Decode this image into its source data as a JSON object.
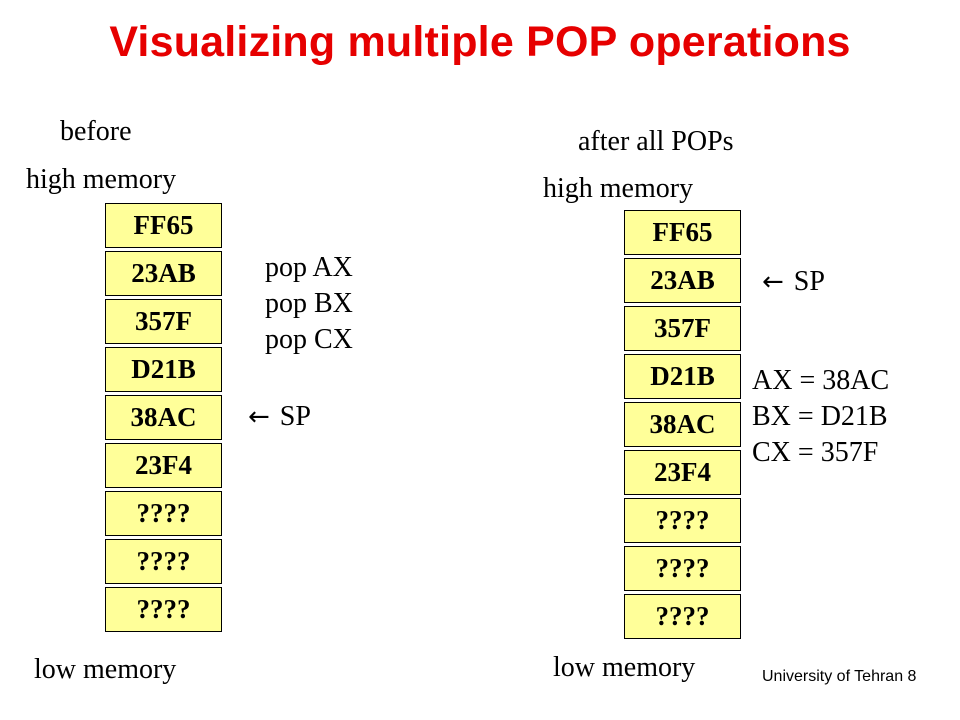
{
  "title": "Visualizing multiple POP operations",
  "left": {
    "caption": "before",
    "high": "high memory",
    "low": "low memory",
    "cells": [
      "FF65",
      "23AB",
      "357F",
      "D21B",
      "38AC",
      "23F4",
      "????",
      "????",
      "????"
    ],
    "instructions": [
      "pop AX",
      "pop BX",
      "pop CX"
    ],
    "sp_label": "SP"
  },
  "right": {
    "caption": "after all POPs",
    "high": "high memory",
    "low": "low memory",
    "cells": [
      "FF65",
      "23AB",
      "357F",
      "D21B",
      "38AC",
      "23F4",
      "????",
      "????",
      "????"
    ],
    "registers": [
      "AX = 38AC",
      "BX = D21B",
      "CX = 357F"
    ],
    "sp_label": "SP"
  },
  "footer": "University of Tehran 8",
  "colors": {
    "title": "#e60000",
    "cell_fill": "#ffff99"
  },
  "icons": {
    "sp_arrow": "left-arrow-icon"
  }
}
